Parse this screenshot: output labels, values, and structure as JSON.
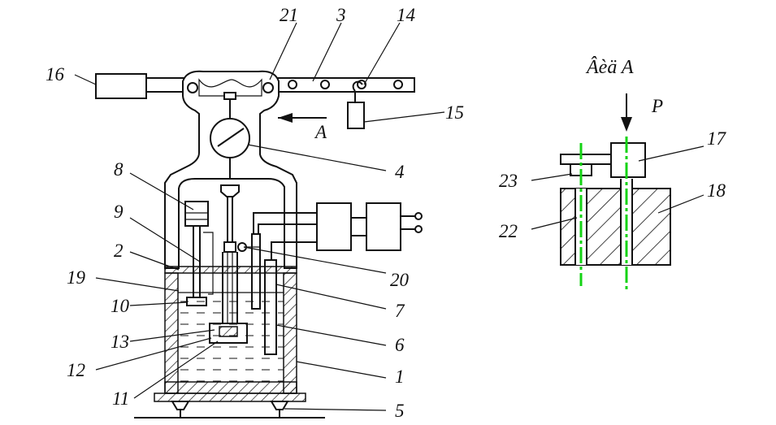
{
  "view": {
    "title": "Âèä A",
    "force_label": "P"
  },
  "arrow_label": "A",
  "labels": {
    "n1": "1",
    "n2": "2",
    "n3": "3",
    "n4": "4",
    "n5": "5",
    "n6": "6",
    "n7": "7",
    "n8": "8",
    "n9": "9",
    "n10": "10",
    "n11": "11",
    "n12": "12",
    "n13": "13",
    "n14": "14",
    "n15": "15",
    "n16": "16",
    "n17": "17",
    "n18": "18",
    "n19": "19",
    "n20": "20",
    "n21": "21",
    "n22": "22",
    "n23": "23"
  },
  "colors": {
    "line": "#111111",
    "centerline": "#14d314",
    "background": "#ffffff"
  }
}
